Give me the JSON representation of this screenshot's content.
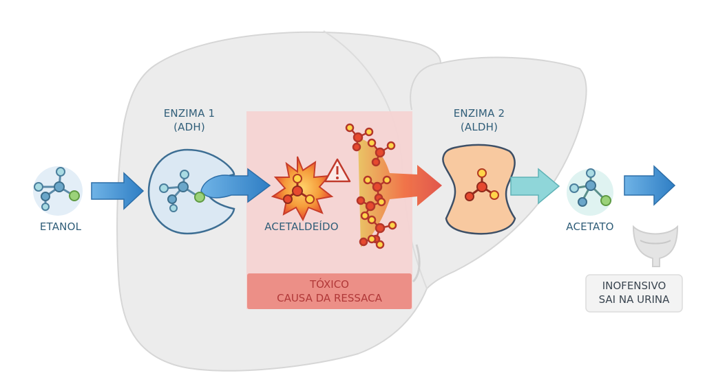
{
  "labels": {
    "etanol": "ETANOL",
    "enzima1_line1": "ENZIMA 1",
    "enzima1_line2": "(ADH)",
    "acetaldeido": "ACETALDEÍDO",
    "enzima2_line1": "ENZIMA 2",
    "enzima2_line2": "(ALDH)",
    "acetato": "ACETATO"
  },
  "toxic_box": {
    "line1": "TÓXICO",
    "line2": "CAUSA DA RESSACA"
  },
  "harmless_box": {
    "line1": "INOFENSIVO",
    "line2": "SAI NA URINA"
  },
  "colors": {
    "liver": "#ececec",
    "toxic_zone": "#f6d3d1",
    "toxic_banner": "#ec8f87",
    "arrow_blue": "#3d8fd1",
    "arrow_teal": "#8fd6d9",
    "enzyme1": "#dbe8f3",
    "enzyme2": "#f8c9a0",
    "label_text": "#2f5d78",
    "toxic_text": "#b03838"
  },
  "icons": [
    "ethanol-molecule-icon",
    "enzyme-adh-icon",
    "acetaldehyde-burst-icon",
    "warning-icon",
    "enzyme-aldh-icon",
    "acetate-molecule-icon",
    "bladder-icon"
  ]
}
